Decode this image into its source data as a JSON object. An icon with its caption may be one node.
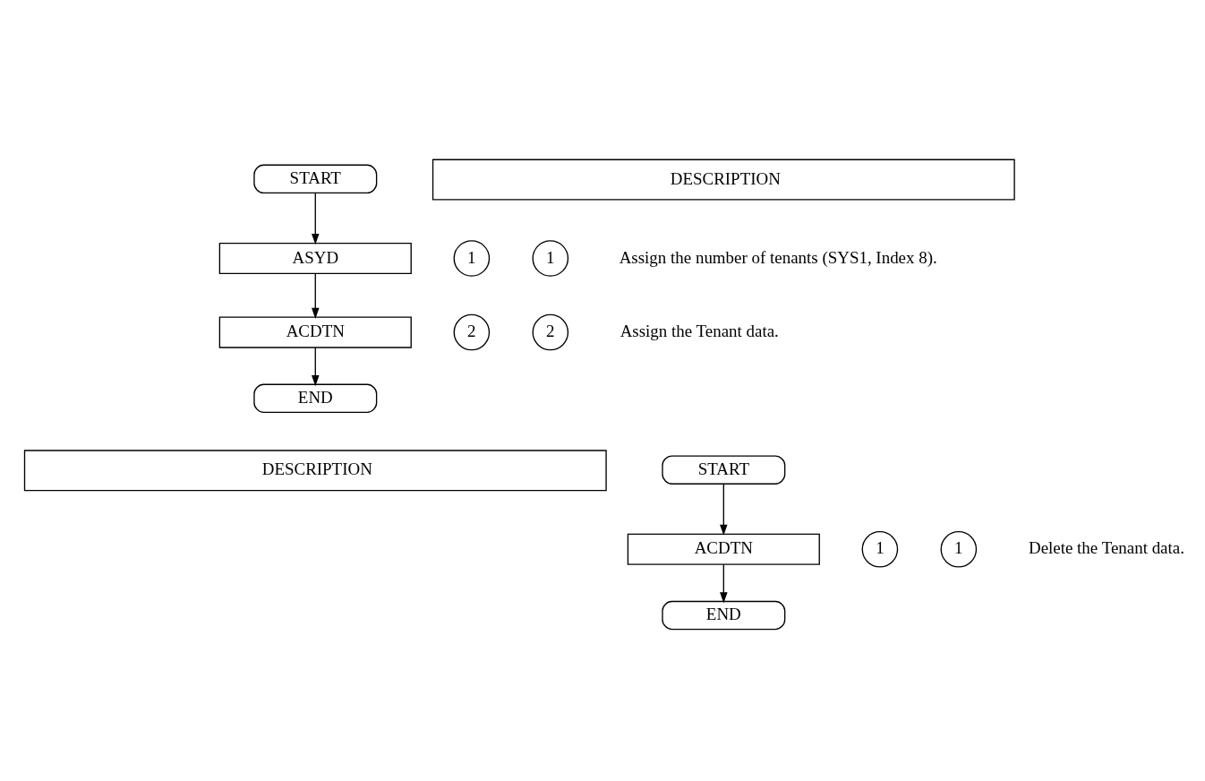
{
  "diagram": {
    "nodes": [
      {
        "text": [
          "START"
        ]
      },
      {
        "text": [
          "1"
        ]
      },
      {
        "text": [
          "ASYD"
        ]
      },
      {
        "text": [
          "1"
        ],
        "beside": [
          "Assign the number of tenants (SYS1, Index 8)."
        ]
      },
      {
        "text": [
          "2"
        ]
      },
      {
        "text": [
          "ACDTN"
        ]
      },
      {
        "text": [
          "2"
        ],
        "beside": [
          "Assign the Tenant data."
        ]
      },
      {
        "text": [
          "END"
        ]
      },
      {
        "text": [
          "START"
        ]
      },
      {
        "text": [
          "1"
        ]
      },
      {
        "text": [
          "ACDTN"
        ]
      },
      {
        "text": [
          "1"
        ],
        "beside": [
          "Delete the Tenant data."
        ]
      },
      {
        "text": [
          "END"
        ]
      }
    ],
    "edges": [
      {
        "from": 0,
        "to": 2,
        "arrow": "to"
      },
      {
        "from": 2,
        "to": 5,
        "arrow": "to"
      },
      {
        "from": 5,
        "to": 7,
        "arrow": "to"
      },
      {
        "from": 8,
        "to": 10,
        "arrow": "to"
      },
      {
        "from": 10,
        "to": 12,
        "arrow": "to"
      }
    ],
    "labels": [
      "DESCRIPTION",
      "DESCRIPTION"
    ]
  }
}
